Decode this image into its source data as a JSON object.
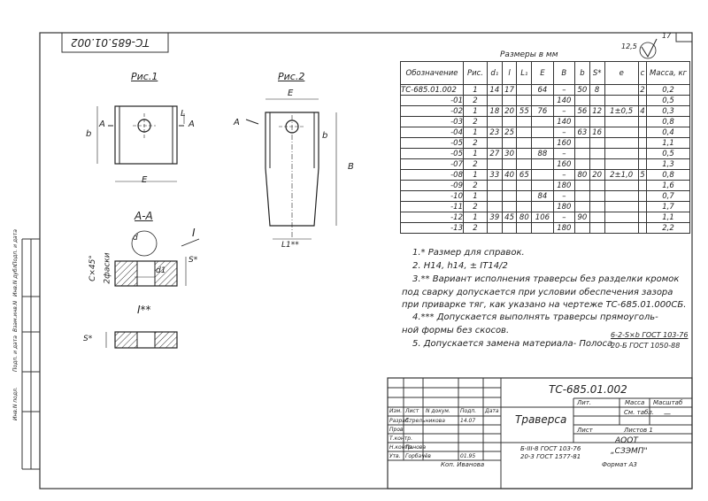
{
  "sheet_number": "17",
  "title_stamp_upside": "ТС-685.01.002",
  "roughness": "12,5",
  "fig1_label": "Рис.1",
  "fig2_label": "Рис.2",
  "section_aa": "А-А",
  "view_i": "I",
  "view_i2": "I**",
  "dims": {
    "A": "A",
    "b": "b",
    "E": "E",
    "L": "L",
    "B": "B",
    "l": "l",
    "Sstar": "S*",
    "Sstar2": "S*",
    "d": "d",
    "d1": "d1",
    "L1": "L1**",
    "chamfer1": "С×45°",
    "chamfer2": "2фаски"
  },
  "table": {
    "caption": "Размеры в мм",
    "headers": [
      "Обозначение",
      "Рис.",
      "d₁",
      "l",
      "L₁",
      "E",
      "B",
      "b",
      "S*",
      "e",
      "c",
      "Масса, кг"
    ],
    "rows": [
      [
        "ТС-685.01.002",
        "1",
        "14",
        "17",
        "",
        "64",
        "–",
        "50",
        "8",
        "",
        "2",
        "0,2"
      ],
      [
        "-01",
        "2",
        "",
        "",
        "",
        "",
        "140",
        "",
        "",
        "",
        "",
        "0,5"
      ],
      [
        "-02",
        "1",
        "18",
        "20",
        "55",
        "76",
        "–",
        "56",
        "12",
        "1±0,5",
        "4",
        "0,3"
      ],
      [
        "-03",
        "2",
        "",
        "",
        "",
        "",
        "140",
        "",
        "",
        "",
        "",
        "0,8"
      ],
      [
        "-04",
        "1",
        "23",
        "25",
        "",
        "",
        "–",
        "63",
        "16",
        "",
        "",
        "0,4"
      ],
      [
        "-05",
        "2",
        "",
        "",
        "",
        "",
        "160",
        "",
        "",
        "",
        "",
        "1,1"
      ],
      [
        "-05",
        "1",
        "27",
        "30",
        "",
        "88",
        "–",
        "",
        "",
        "",
        "",
        "0,5"
      ],
      [
        "-07",
        "2",
        "",
        "",
        "",
        "",
        "160",
        "",
        "",
        "",
        "",
        "1,3"
      ],
      [
        "-08",
        "1",
        "33",
        "40",
        "65",
        "",
        "–",
        "80",
        "20",
        "2±1,0",
        "5",
        "0,8"
      ],
      [
        "-09",
        "2",
        "",
        "",
        "",
        "",
        "180",
        "",
        "",
        "",
        "",
        "1,6"
      ],
      [
        "-10",
        "1",
        "",
        "",
        "",
        "84",
        "–",
        "",
        "",
        "",
        "",
        "0,7"
      ],
      [
        "-11",
        "2",
        "",
        "",
        "",
        "",
        "180",
        "",
        "",
        "",
        "",
        "1,7"
      ],
      [
        "-12",
        "1",
        "39",
        "45",
        "80",
        "106",
        "–",
        "90",
        "",
        "",
        "",
        "1,1"
      ],
      [
        "-13",
        "2",
        "",
        "",
        "",
        "",
        "180",
        "",
        "",
        "",
        "",
        "2,2"
      ]
    ]
  },
  "notes": [
    "1.* Размер для справок.",
    "2. H14, h14, ± IT14/2",
    "3.** Вариант исполнения траверсы без разделки кромок",
    "под сварку допускается при условии обеспечения зазора",
    "при приварке тяг, как указано на чертеже ТС-685.01.000СБ.",
    "4.*** Допускается выполнять траверсы прямоуголь-",
    "ной формы без скосов.",
    "5. Допускается замена материала- Полоса"
  ],
  "material_num": "6-2-S×b ГОСТ 103-76",
  "material_den": "20-Б ГОСТ 1050-88",
  "title_block": {
    "doc_number": "ТС-685.01.002",
    "name": "Траверса",
    "material_main": "Б-III-8 ГОСТ 103-76",
    "material_sub": "20-3 ГОСТ 1577-81",
    "lit_label": "Лит.",
    "mass_label": "Масса",
    "scale_label": "Масштаб",
    "mass_value": "См. табл.",
    "scale_value": "—",
    "sheet_label": "Лист",
    "sheets_label": "Листов 1",
    "org1": "АООТ",
    "org2": "„СЗЭМП\"",
    "copied": "Коп. Иванова",
    "format": "Формат А3",
    "rows": [
      [
        "Изм.",
        "Лист",
        "N докум.",
        "Подп.",
        "Дата"
      ],
      [
        "Разраб.",
        "Стрельникова",
        "",
        "14.07"
      ],
      [
        "Пров.",
        "",
        "",
        ""
      ],
      [
        "Т.контр.",
        "",
        "",
        ""
      ],
      [
        "Н.контр.",
        "Панова",
        "",
        ""
      ],
      [
        "Утв.",
        "Горбачёв",
        "",
        "01.95"
      ]
    ]
  },
  "side_labels": [
    "Инв.N подл.",
    "Подп. и дата",
    "Взам.инв.N",
    "Инв.N дубл.",
    "Подп. и дата"
  ]
}
